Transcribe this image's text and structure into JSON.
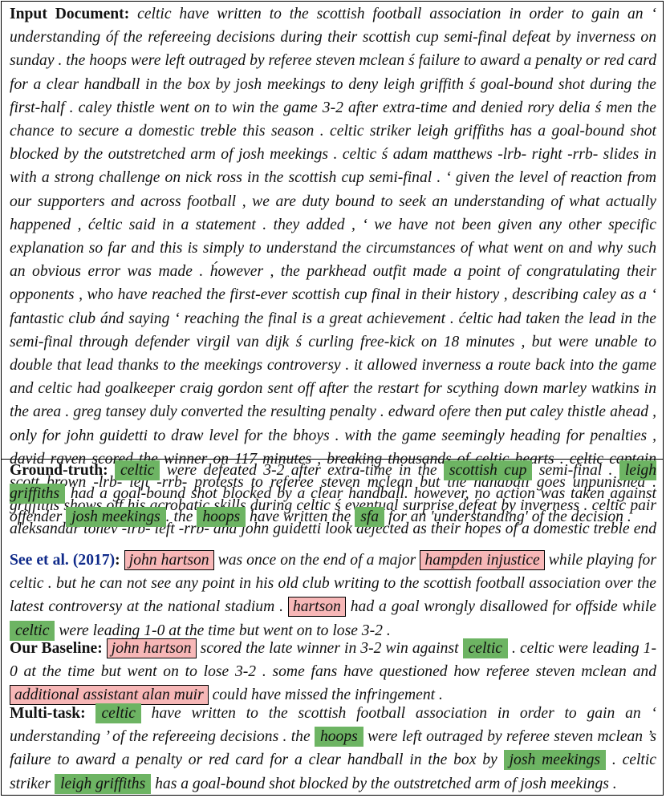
{
  "input_document": {
    "label": "Input Document:",
    "text": "celtic have written to the scottish football association in order to gain an ‘ understanding óf the refereeing decisions during their scottish cup semi-final defeat by inverness on sunday . the hoops were left outraged by referee steven mclean ś failure to award a penalty or red card for a clear handball in the box by josh meekings to deny leigh griffith ś goal-bound shot during the first-half . caley thistle went on to win the game 3-2 after extra-time and denied rory delia ś men the chance to secure a domestic treble this season . celtic striker leigh griffiths has a goal-bound shot blocked by the outstretched arm of josh meekings . celtic ś adam matthews -lrb- right -rrb- slides in with a strong challenge on nick ross in the scottish cup semi-final . ‘ given the level of reaction from our supporters and across football , we are duty bound to seek an understanding of what actually happened , ćeltic said in a statement . they added , ‘ we have not been given any other specific explanation so far and this is simply to understand the circumstances of what went on and why such an obvious error was made . h́owever , the parkhead outfit made a point of congratulating their opponents , who have reached the first-ever scottish cup final in their history , describing caley as a ‘ fantastic club ánd saying ‘ reaching the final is a great achievement . ćeltic had taken the lead in the semi-final through defender virgil van dijk ś curling free-kick on 18 minutes , but were unable to double that lead thanks to the meekings controversy . it allowed inverness a route back into the game and celtic had goalkeeper craig gordon sent off after the restart for scything down marley watkins in the area . greg tansey duly converted the resulting penalty . edward ofere then put caley thistle ahead , only for john guidetti to draw level for the bhoys . with the game seemingly heading for penalties , david raven scored the winner on 117 minutes , breaking thousands of celtic hearts . celtic captain scott brown -lrb- left -rrb- protests to referee steven mclean but the handball goes unpunished . griffiths shows off his acrobatic skills during celtic ś eventual surprise defeat by inverness . celtic pair aleksandar tonev -lrb- left -rrb- and john guidetti look dejected as their hopes of a domestic treble end ."
  },
  "ground_truth": {
    "label": "Ground-truth:",
    "segments": [
      {
        "t": "celtic",
        "h": "green"
      },
      {
        "t": " were defeated 3-2 after extra-time in the "
      },
      {
        "t": "scottish cup",
        "h": "green"
      },
      {
        "t": " semi-final . "
      },
      {
        "t": "leigh griffiths",
        "h": "green"
      },
      {
        "t": " had a goal-bound shot blocked by a clear handball. however, no action was taken against offender "
      },
      {
        "t": "josh meekings",
        "h": "green"
      },
      {
        "t": ". the "
      },
      {
        "t": "hoops",
        "h": "green"
      },
      {
        "t": " have written the "
      },
      {
        "t": "sfa",
        "h": "green"
      },
      {
        "t": " for an 'understanding' of the decision ."
      }
    ]
  },
  "see_et_al": {
    "label_name": "See et al.",
    "label_year": "2017",
    "segments": [
      {
        "t": "john hartson",
        "h": "red"
      },
      {
        "t": " was once on the end of a major "
      },
      {
        "t": "hampden injustice",
        "h": "red"
      },
      {
        "t": " while playing for celtic . but he can not see any point in his old club writing to the scottish football association over the latest controversy at the national stadium . "
      },
      {
        "t": "hartson",
        "h": "red"
      },
      {
        "t": " had a goal wrongly disallowed for offside while "
      },
      {
        "t": "celtic",
        "h": "green"
      },
      {
        "t": " were leading 1-0 at the time but went on to lose 3-2 ."
      }
    ]
  },
  "our_baseline": {
    "label": "Our Baseline:",
    "segments": [
      {
        "t": "john hartson",
        "h": "red"
      },
      {
        "t": " scored the late winner in 3-2 win against "
      },
      {
        "t": "celtic",
        "h": "green"
      },
      {
        "t": " . celtic were leading 1-0 at the time but went on to lose 3-2 . some fans have questioned how referee steven mclean and "
      },
      {
        "t": "additional assistant alan muir",
        "h": "red"
      },
      {
        "t": " could have missed the infringement ."
      }
    ]
  },
  "multi_task": {
    "label": "Multi-task:",
    "segments": [
      {
        "t": "celtic",
        "h": "green"
      },
      {
        "t": " have written to the scottish football association in order to gain an ‘ understanding ’ of the refereeing decisions . the "
      },
      {
        "t": "hoops",
        "h": "green"
      },
      {
        "t": " were left outraged by referee steven mclean ’s failure to award a penalty or red card for a clear handball in the box by "
      },
      {
        "t": "josh meekings",
        "h": "green"
      },
      {
        "t": " . celtic striker "
      },
      {
        "t": "leigh griffiths",
        "h": "green"
      },
      {
        "t": " has a goal-bound shot blocked by the outstretched arm of josh meekings ."
      }
    ]
  },
  "colors": {
    "highlight_green": "#6db463",
    "highlight_red": "#f7b7b7",
    "citation_blue": "#0f2a8a"
  }
}
